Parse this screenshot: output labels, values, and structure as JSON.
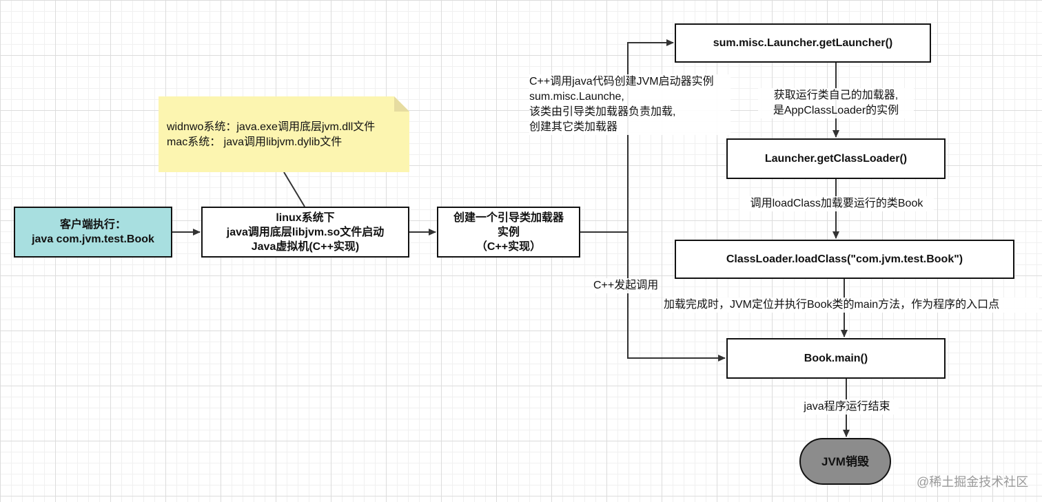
{
  "nodes": {
    "client": "客户端执行：\njava com.jvm.test.Book",
    "linux": "linux系统下\njava调用底层libjvm.so文件启动\nJava虚拟机(C++实现)",
    "bootstrap": "创建一个引导类加载器\n实例\n（C++实现）",
    "launcher": "sum.misc.Launcher.getLauncher()",
    "getclassloader": "Launcher.getClassLoader()",
    "loadclass": "ClassLoader.loadClass(\"com.jvm.test.Book\")",
    "bookmain": "Book.main()",
    "destroy": "JVM销毁"
  },
  "note": {
    "text": "widnwo系统：java.exe调用底层jvm.dll文件\nmac系统：  java调用libjvm.dylib文件"
  },
  "edge_labels": {
    "cpp_create_launcher": "C++调用java代码创建JVM启动器实例\nsum.misc.Launche,\n该类由引导类加载器负责加载,\n创建其它类加载器",
    "get_own_loader": "获取运行类自己的加载器,\n是AppClassLoader的实例",
    "call_loadclass": "调用loadClass加载要运行的类Book",
    "cpp_invoke": "C++发起调用",
    "load_complete": "加载完成时，JVM定位并执行Book类的main方法，作为程序的入口点",
    "program_end": "java程序运行结束"
  },
  "watermark": "@稀土掘金技术社区",
  "colors": {
    "client_fill": "#a8dfe0",
    "note_fill": "#fcf5b0",
    "end_fill": "#8c8c8c",
    "line": "#333333"
  }
}
